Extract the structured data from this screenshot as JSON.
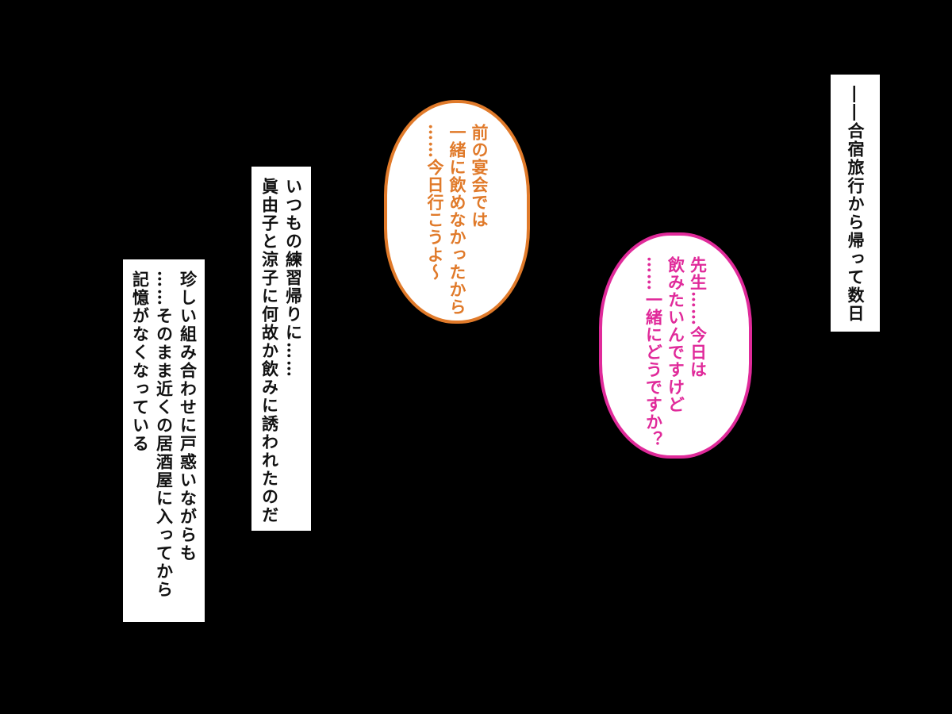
{
  "colors": {
    "background": "#000000",
    "box_fill": "#ffffff",
    "narration_text": "#111111",
    "orange_accent": "#e07a2a",
    "pink_accent": "#e02a9a"
  },
  "narration": {
    "box1": [
      "――合宿旅行から帰って数日"
    ],
    "box2": [
      "いつもの練習帰りに……",
      "眞由子と涼子に何故か飲みに誘われたのだ"
    ],
    "box3": [
      "珍しい組み合わせに戸惑いながらも",
      "……そのまま近くの居酒屋に入ってから",
      "記憶がなくなっている"
    ]
  },
  "bubbles": {
    "orange": [
      "前の宴会では",
      "一緒に飲めなかったから",
      "……今日行こうよ～"
    ],
    "pink": [
      "先生……今日は",
      "飲みたいんですけど",
      "……一緒にどうですか？"
    ]
  }
}
